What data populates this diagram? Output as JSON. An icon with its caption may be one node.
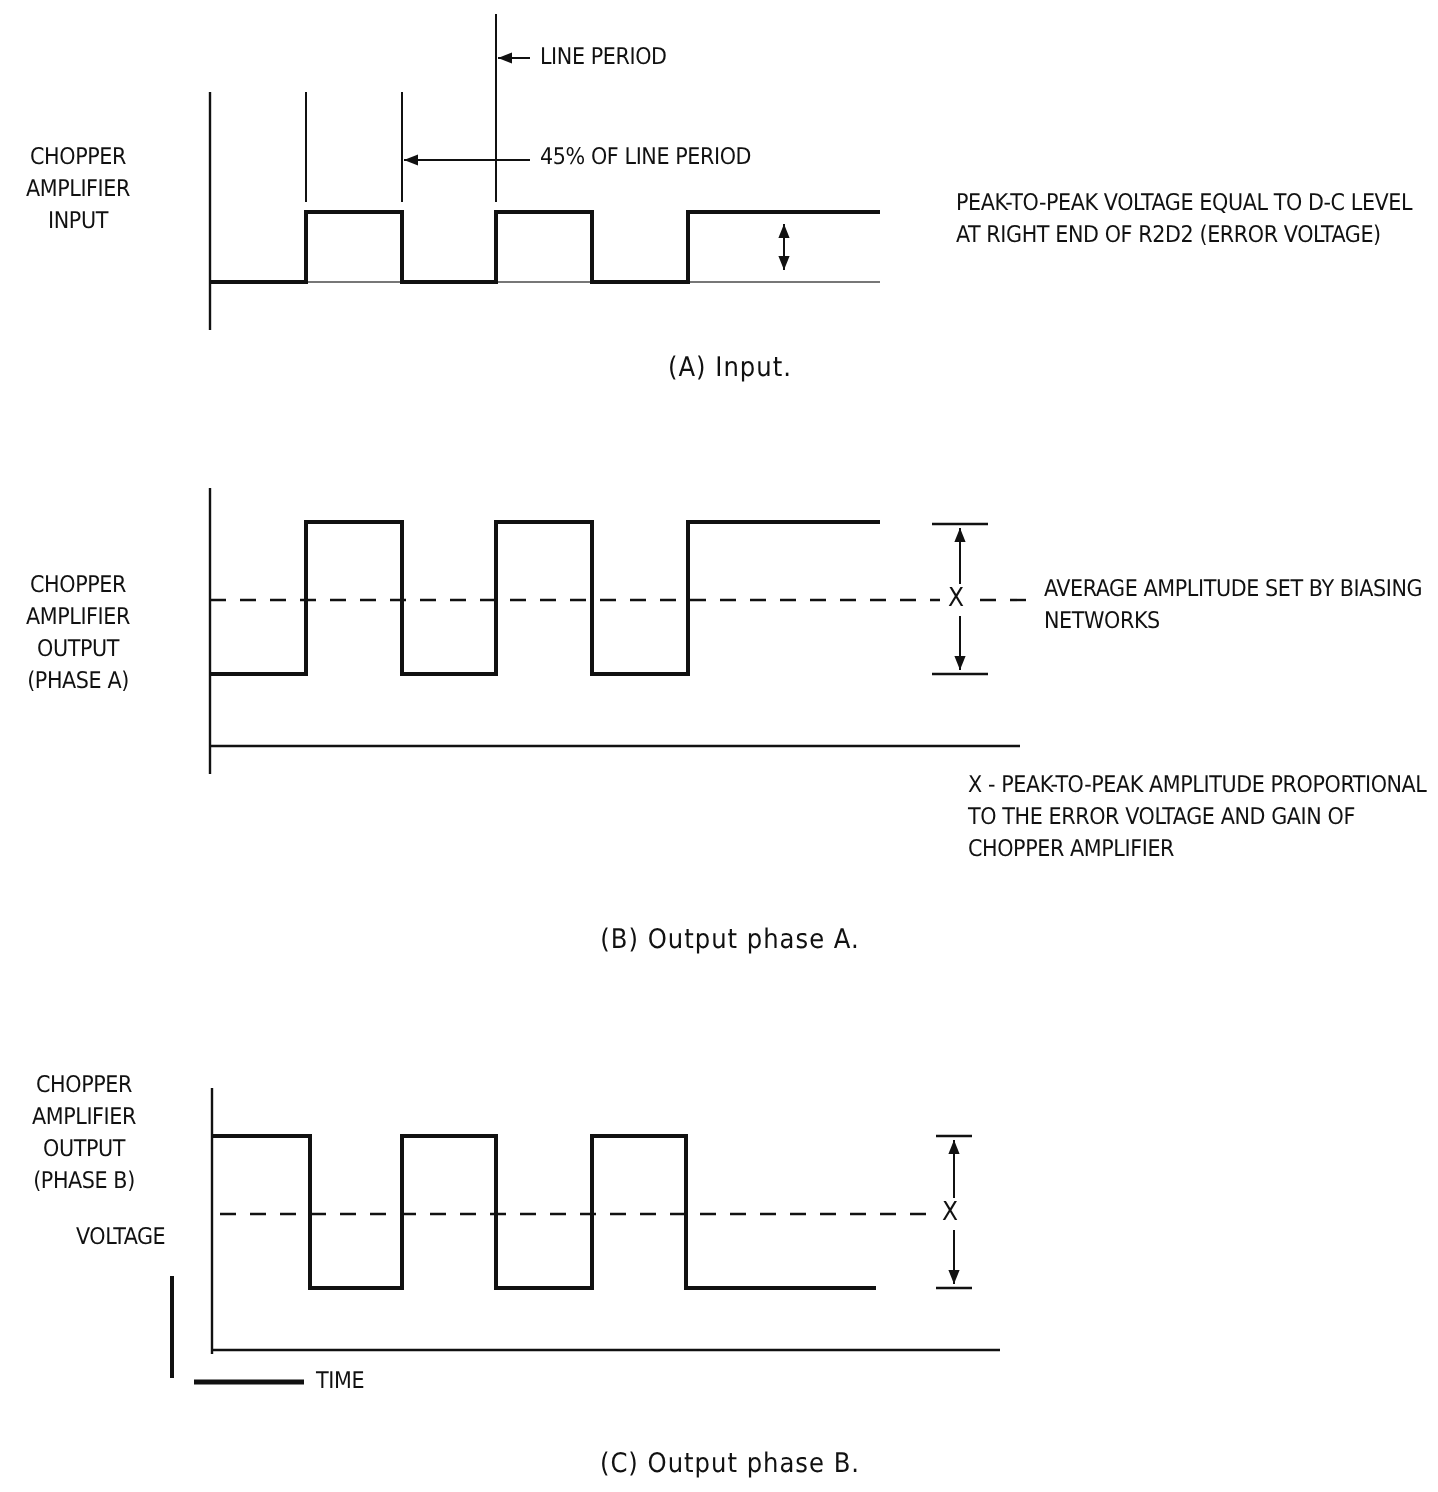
{
  "diagram": {
    "labels": [
      "LINE PERIOD",
      "CHOPPER AMPLIFIER INPUT",
      "45% OF LINE PERIOD",
      "PEAK-TO-PEAK VOLTAGE EQUAL TO D-C LEVEL AT RIGHT END OF R2D2 (ERROR VOLTAGE)",
      "(A) Input.",
      "CHOPPER AMPLIFIER OUTPUT (PHASE A)",
      "X",
      "AVERAGE AMPLITUDE SET BY BIASING NETWORKS",
      "X - PEAK-TO-PEAK AMPLITUDE PROPORTIONAL TO THE ERROR VOLTAGE AND GAIN OF CHOPPER AMPLIFIER",
      "(B) Output phase A.",
      "CHOPPER AMPLIFIER OUTPUT (PHASE B)",
      "X",
      "VOLTAGE",
      "TIME",
      "(C) Output phase B."
    ]
  }
}
